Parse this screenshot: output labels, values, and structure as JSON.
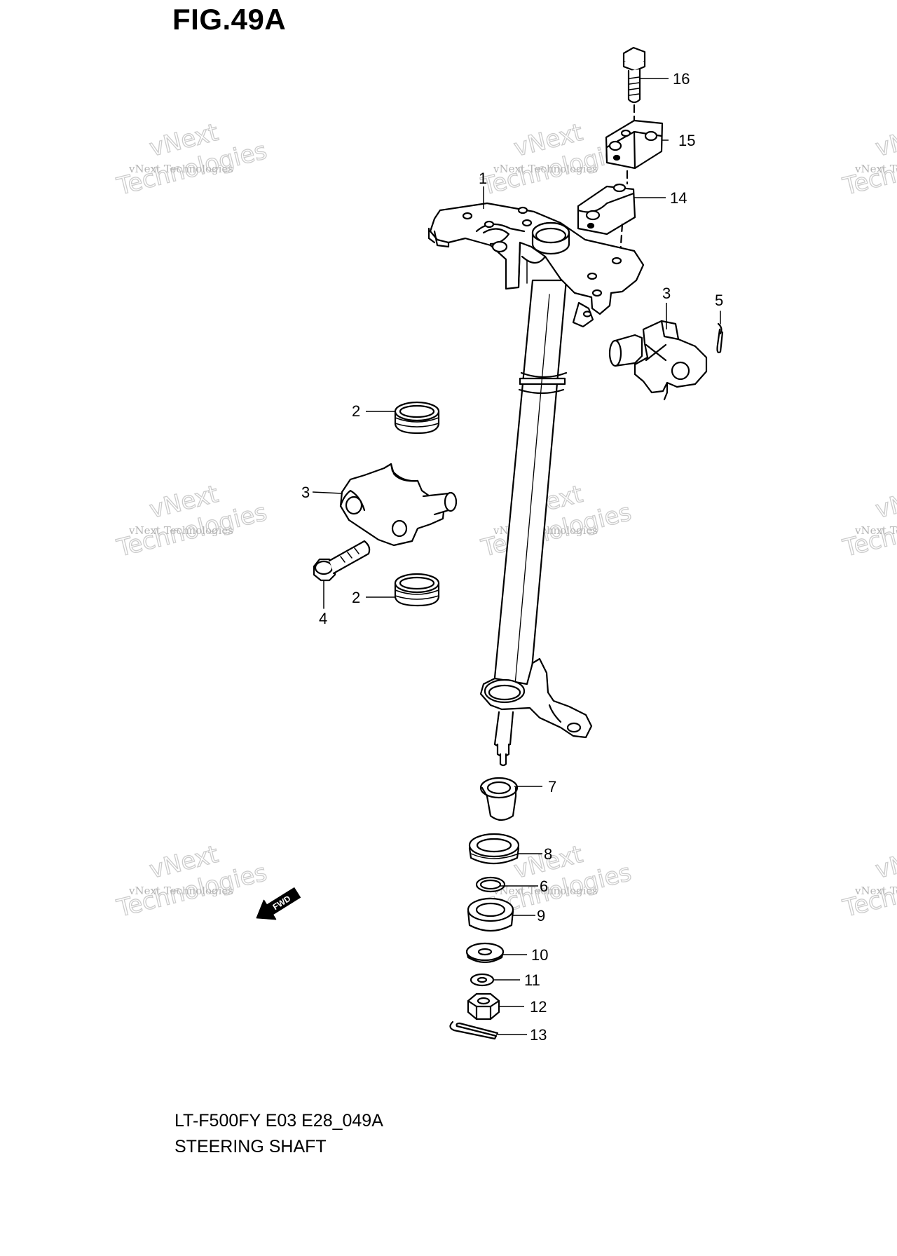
{
  "figure": {
    "title": "FIG.49A",
    "caption_model": "LT-F500FY E03 E28_049A",
    "caption_name": "STEERING SHAFT"
  },
  "watermark": {
    "text": "vNext Technologies",
    "big_line1": "vNext",
    "big_line2": "Technologies"
  },
  "fwd_label": "FWD",
  "callouts": [
    {
      "id": "16",
      "label": "16"
    },
    {
      "id": "15",
      "label": "15"
    },
    {
      "id": "14",
      "label": "14"
    },
    {
      "id": "1",
      "label": "1"
    },
    {
      "id": "3a",
      "label": "3"
    },
    {
      "id": "5",
      "label": "5"
    },
    {
      "id": "2a",
      "label": "2"
    },
    {
      "id": "3b",
      "label": "3"
    },
    {
      "id": "4",
      "label": "4"
    },
    {
      "id": "2b",
      "label": "2"
    },
    {
      "id": "7",
      "label": "7"
    },
    {
      "id": "8",
      "label": "8"
    },
    {
      "id": "6",
      "label": "6"
    },
    {
      "id": "9",
      "label": "9"
    },
    {
      "id": "10",
      "label": "10"
    },
    {
      "id": "11",
      "label": "11"
    },
    {
      "id": "12",
      "label": "12"
    },
    {
      "id": "13",
      "label": "13"
    }
  ]
}
